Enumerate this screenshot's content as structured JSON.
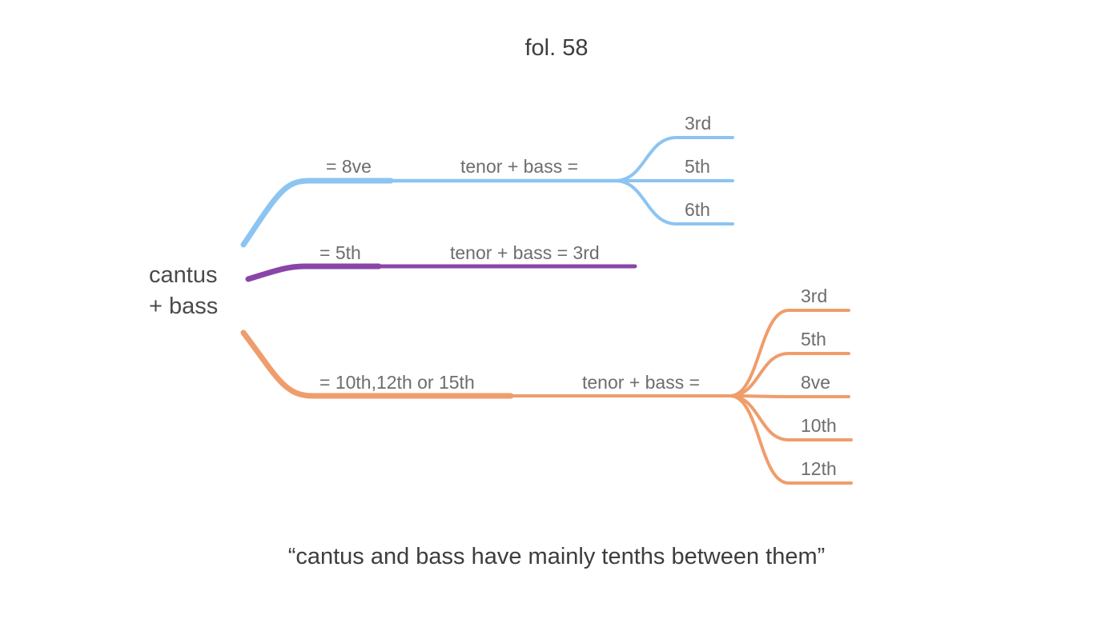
{
  "title": "fol. 58",
  "caption": "“cantus and bass have mainly tenths between them”",
  "colors": {
    "blue": "#8cc4f2",
    "purple": "#8a45a8",
    "orange": "#ef9d6b"
  },
  "root": {
    "line1": "cantus",
    "line2": "+ bass"
  },
  "branches": [
    {
      "id": "octave",
      "color": "blue",
      "interval": "= 8ve",
      "tenor_bass": "tenor + bass =",
      "results": [
        "3rd",
        "5th",
        "6th"
      ]
    },
    {
      "id": "fifth",
      "color": "purple",
      "interval": "= 5th",
      "tenor_bass": "tenor + bass = 3rd",
      "results": []
    },
    {
      "id": "tenth",
      "color": "orange",
      "interval": "= 10th,12th or 15th",
      "tenor_bass": "tenor + bass =",
      "results": [
        "3rd",
        "5th",
        "8ve",
        "10th",
        "12th"
      ]
    }
  ]
}
